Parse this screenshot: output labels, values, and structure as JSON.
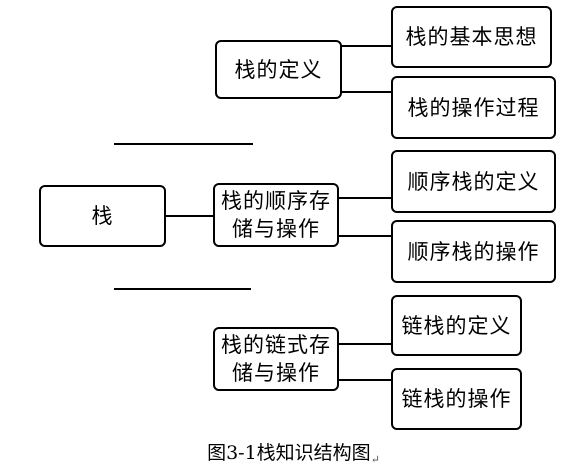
{
  "root": {
    "label": "栈"
  },
  "branches": [
    {
      "label": "栈的定义",
      "children": [
        "栈的基本思想",
        "栈的操作过程"
      ]
    },
    {
      "label_lines": [
        "栈的顺序存",
        "储与操作"
      ],
      "children": [
        "顺序栈的定义",
        "顺序栈的操作"
      ]
    },
    {
      "label_lines": [
        "栈的链式存",
        "储与操作"
      ],
      "children": [
        "链栈的定义",
        "链栈的操作"
      ]
    }
  ],
  "caption": "图3-1栈知识结构图",
  "caption_mark": "↵"
}
